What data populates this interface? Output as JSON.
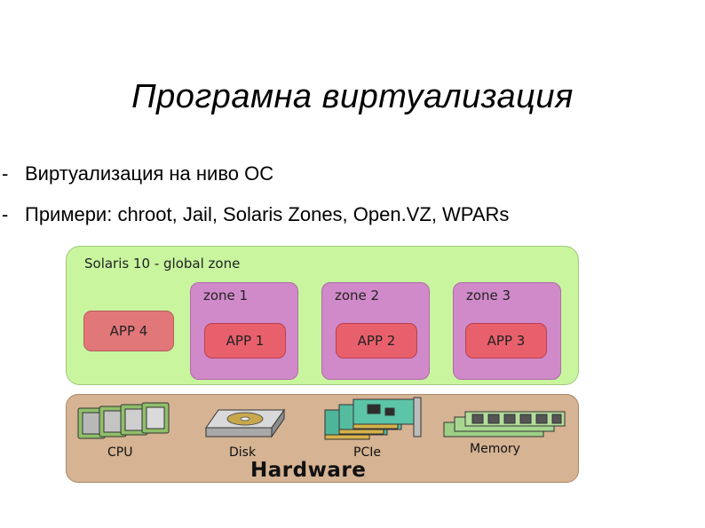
{
  "slide": {
    "title": "Програмна виртуализация",
    "bullets": [
      {
        "marker": "-",
        "text": "Виртуализация на ниво  ОС"
      },
      {
        "marker": "-",
        "text": "Примери: chroot, Jail, Solaris Zones, Open.VZ, WPARs"
      }
    ]
  },
  "diagram": {
    "global_zone": {
      "label": "Solaris 10 - global zone",
      "color": "#c8f59e",
      "global_app": "APP 4"
    },
    "zones": [
      {
        "label": "zone 1",
        "app": "APP 1"
      },
      {
        "label": "zone 2",
        "app": "APP 2"
      },
      {
        "label": "zone 3",
        "app": "APP 3"
      }
    ],
    "zone_color": "#d08ac9",
    "app_color": "#e8606c",
    "hardware": {
      "title": "Hardware",
      "color": "#d5b393",
      "components": [
        {
          "label": "CPU",
          "icon": "cpu-icon"
        },
        {
          "label": "Disk",
          "icon": "disk-icon"
        },
        {
          "label": "PCIe",
          "icon": "pcie-card-icon"
        },
        {
          "label": "Memory",
          "icon": "memory-module-icon"
        }
      ]
    }
  }
}
